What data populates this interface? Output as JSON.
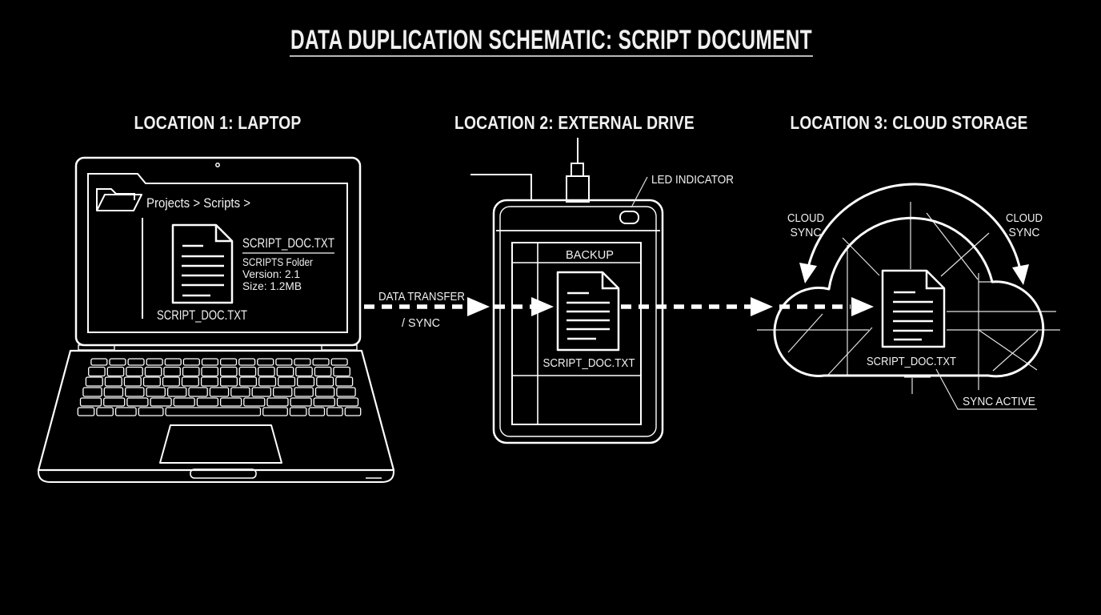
{
  "title": "DATA DUPLICATION SCHEMATIC: SCRIPT DOCUMENT",
  "colors": {
    "background": "#000000",
    "line": "#ffffff",
    "text": "#f0f0f0"
  },
  "laptop": {
    "heading": "LOCATION 1: LAPTOP",
    "breadcrumb": "Projects > Scripts >",
    "file_card": {
      "filename": "SCRIPT_DOC.TXT",
      "folder": "SCRIPTS Folder",
      "version": "Version: 2.1",
      "size": "Size: 1.2MB"
    },
    "file_label": "SCRIPT_DOC.TXT"
  },
  "transfer": {
    "line1": "DATA TRANSFER",
    "line2": "/ SYNC"
  },
  "external_drive": {
    "heading": "LOCATION 2: EXTERNAL DRIVE",
    "led_label": "LED INDICATOR",
    "panel_label": "BACKUP",
    "file_label": "SCRIPT_DOC.TXT"
  },
  "cloud": {
    "heading": "LOCATION 3: CLOUD STORAGE",
    "sync_label_left_1": "CLOUD",
    "sync_label_left_2": "SYNC",
    "sync_label_right_1": "CLOUD",
    "sync_label_right_2": "SYNC",
    "file_label": "SCRIPT_DOC.TXT",
    "status_label": "SYNC ACTIVE"
  }
}
